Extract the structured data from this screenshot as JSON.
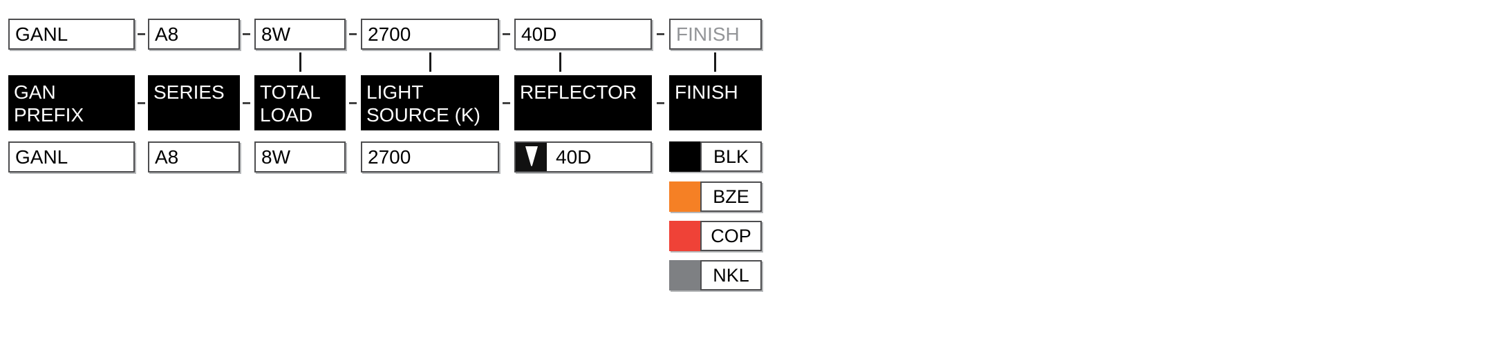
{
  "order_code": {
    "segments": [
      {
        "code": "GANL",
        "header_line1": "GAN",
        "header_line2": "PREFIX",
        "value": "GANL"
      },
      {
        "code": "A8",
        "header_line1": "SERIES",
        "header_line2": "",
        "value": "A8"
      },
      {
        "code": "8W",
        "header_line1": "TOTAL",
        "header_line2": "LOAD",
        "value": "8W"
      },
      {
        "code": "2700",
        "header_line1": "LIGHT",
        "header_line2": "SOURCE (K)",
        "value": "2700"
      },
      {
        "code": "40D",
        "header_line1": "REFLECTOR",
        "header_line2": "",
        "value": "40D"
      },
      {
        "code": "FINISH",
        "header_line1": "FINISH",
        "header_line2": "",
        "value": "",
        "placeholder": "FINISH"
      }
    ]
  },
  "reflector_dropdown": {
    "selected_value": "40D",
    "icon": "dropdown-arrow-icon"
  },
  "finish_options": [
    {
      "code": "BLK",
      "color": "#000000"
    },
    {
      "code": "BZE",
      "color": "#F58025"
    },
    {
      "code": "COP",
      "color": "#EF4237"
    },
    {
      "code": "NKL",
      "color": "#7E8083"
    }
  ],
  "colors": {
    "box_border": "#4d4d4f",
    "box_shadow": "#b5b7b9",
    "header_bg": "#000000",
    "header_text": "#ffffff",
    "placeholder_text": "#939598",
    "connector": "#424242"
  }
}
